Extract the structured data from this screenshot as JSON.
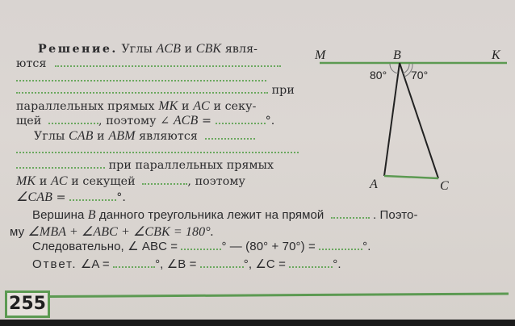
{
  "solution": {
    "heading": "Решение.",
    "p1": {
      "l1_text": " Углы ",
      "acb": "ACB",
      "and": " и ",
      "cbk": "CBK",
      "l1_end": " явля-",
      "l2_start": "ются",
      "l3_end": "при",
      "l4": "параллельных прямых ",
      "mk": "MK",
      "l4b": " и ",
      "ac": "AC",
      "l4c": " и секу-",
      "l5a": "щей",
      "l5b": ", поэтому ∠ ",
      "l5c": "ACB",
      "l5d": " = ",
      "l5e": "°."
    },
    "p2": {
      "l1a": "Углы ",
      "cab": "CAB",
      "l1b": " и ",
      "abm": "ABM",
      "l1c": " являются",
      "l3": "при параллельных прямых",
      "l4a": "MK",
      "l4b": " и ",
      "l4c": "AC",
      "l4d": " и секущей",
      "l4e": ", поэтому",
      "l5a": "∠CAB",
      "l5b": " = ",
      "l5c": "°."
    },
    "p3": {
      "l1a": "Вершина ",
      "b": "B",
      "l1b": " данного треугольника лежит на прямой",
      "l1c": ". Поэто-",
      "l2a": "му ",
      "l2b": "∠MBA + ∠ABC + ∠CBK = 180°."
    },
    "p4": {
      "a": "Следовательно, ∠ ABC = ",
      "b": "° — (80° + 70°) = ",
      "c": "°."
    },
    "answer": {
      "label": "Ответ.",
      "a": " ∠A = ",
      "b": "°, ∠B = ",
      "c": "°, ∠C = ",
      "d": "°."
    }
  },
  "diagram": {
    "labels": {
      "M": "M",
      "B": "B",
      "K": "K",
      "A": "A",
      "C": "C"
    },
    "angle_left": "80°",
    "angle_right": "70°",
    "line_color": "#5c9a52"
  },
  "footer": {
    "page_number": "255"
  }
}
